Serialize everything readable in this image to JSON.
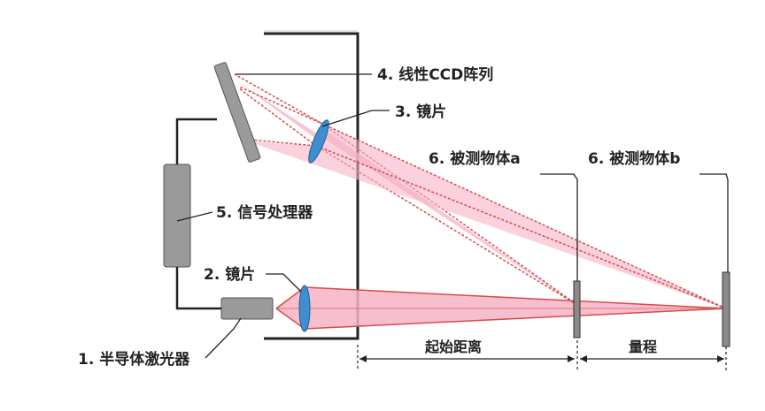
{
  "labels": {
    "ccd": "4. 线性CCD阵列",
    "lens3": "3. 镜片",
    "target_a": "6. 被测物体a",
    "target_b": "6. 被测物体b",
    "processor": "5. 信号处理器",
    "lens2": "2. 镜片",
    "laser": "1. 半导体激光器"
  },
  "dimensions": {
    "start_distance": "起始距离",
    "range": "量程"
  },
  "colors": {
    "beam_fill": "#f6b3c6",
    "beam_line": "#d84a4a",
    "lens": "#3f8fd0",
    "component": "#9a9a9a",
    "housing": "#222222"
  }
}
